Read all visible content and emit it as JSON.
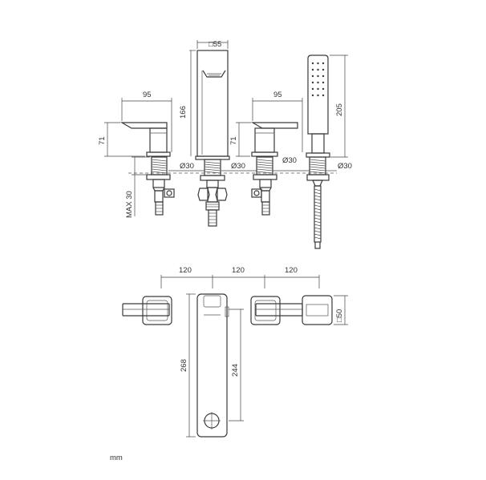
{
  "dimensions": {
    "spout_square": "□55",
    "mixer_width_left": "95",
    "mixer_width_right": "95",
    "spout_height": "166",
    "handset_height": "205",
    "mixer_height_left": "71",
    "mixer_height_right": "71",
    "max_deck": "MAX 30",
    "hole_1": "Ø30",
    "hole_2": "Ø30",
    "hole_3": "Ø30",
    "hole_4": "Ø30",
    "spacing_1": "120",
    "spacing_2": "120",
    "spacing_3": "120",
    "holder_square": "□50",
    "spout_total_length": "268",
    "spout_projection": "244"
  },
  "unit_label": "mm",
  "colors": {
    "line": "#3a3a3a"
  }
}
